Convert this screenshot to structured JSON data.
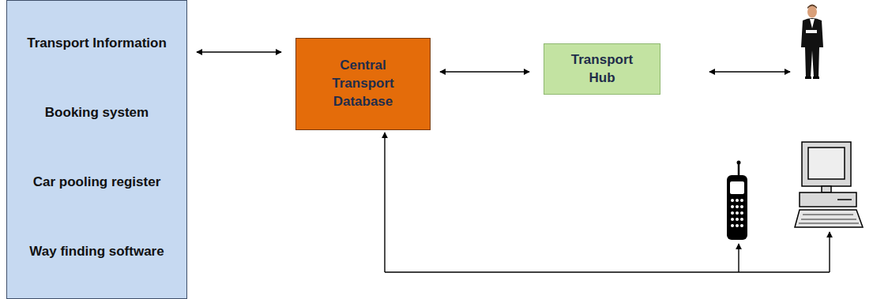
{
  "diagram": {
    "nodes": [
      {
        "text": [
          "Transport Information",
          "Booking system",
          "Car pooling register",
          "Way finding software"
        ]
      },
      {
        "text": [
          "Central Transport Database"
        ]
      },
      {
        "text": [
          "Transport Hub"
        ]
      }
    ],
    "edges": [
      {
        "from": 0,
        "to": 1,
        "arrow": "both"
      },
      {
        "from": 1,
        "to": 2,
        "arrow": "both"
      }
    ]
  }
}
